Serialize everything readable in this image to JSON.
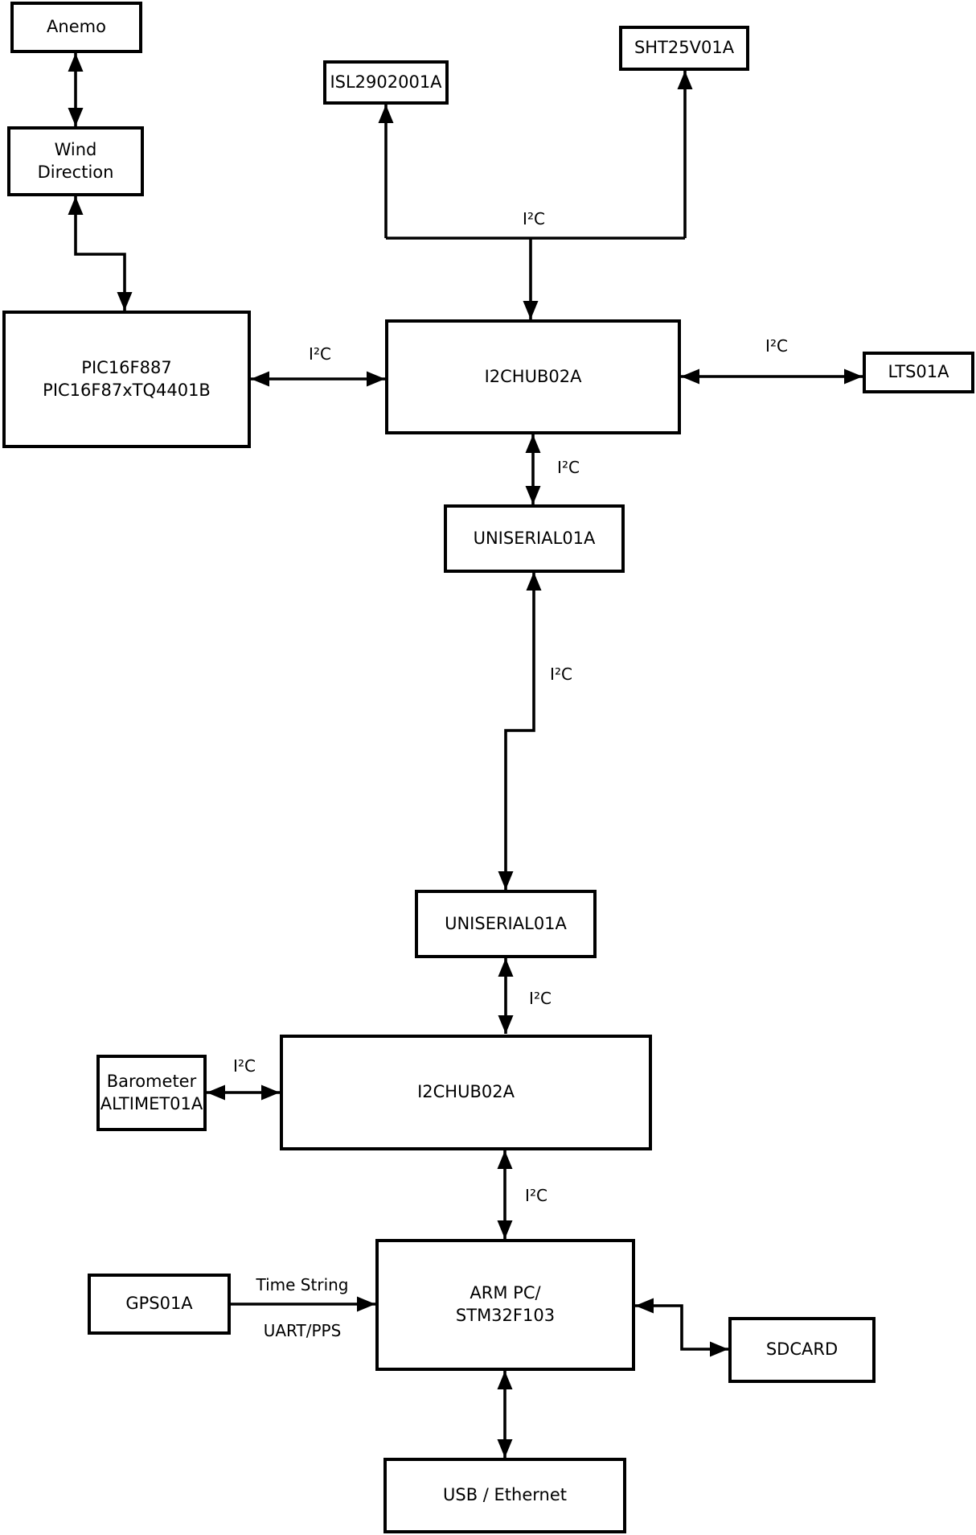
{
  "diagram": {
    "colors": {
      "background": "#ffffff",
      "line": "#000000",
      "text": "#000000"
    },
    "nodes": {
      "anemo": {
        "label": "Anemo"
      },
      "wind": {
        "line1": "Wind",
        "line2": "Direction"
      },
      "isl": {
        "label": "ISL2902001A"
      },
      "sht": {
        "label": "SHT25V01A"
      },
      "pic": {
        "line1": "PIC16F887",
        "line2": "PIC16F87xTQ4401B"
      },
      "i2chub1": {
        "label": "I2CHUB02A"
      },
      "lts": {
        "label": "LTS01A"
      },
      "uniserial1": {
        "label": "UNISERIAL01A"
      },
      "uniserial2": {
        "label": "UNISERIAL01A"
      },
      "i2chub2": {
        "label": "I2CHUB02A"
      },
      "barometer": {
        "line1": "Barometer",
        "line2": "ALTIMET01A"
      },
      "gps": {
        "label": "GPS01A"
      },
      "arm": {
        "line1": "ARM PC/",
        "line2": "STM32F103"
      },
      "sdcard": {
        "label": "SDCARD"
      },
      "usb": {
        "label": "USB / Ethernet"
      }
    },
    "edge_labels": {
      "bus": "I²C",
      "pic_hub": "I²C",
      "hub_lts": "I²C",
      "hub_uni": "I²C",
      "uni_uni": "I²C",
      "uni_hub2": "I²C",
      "baro_hub2": "I²C",
      "hub2_arm": "I²C",
      "gps_time": "Time String",
      "gps_uart": "UART/PPS"
    }
  }
}
